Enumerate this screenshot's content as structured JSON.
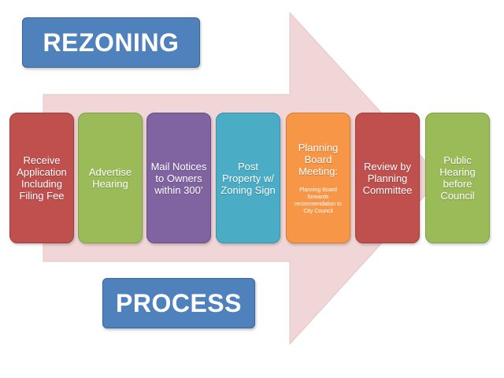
{
  "title_top": "REZONING",
  "title_bottom": "PROCESS",
  "steps": [
    {
      "label": "Receive Application Including Filing Fee",
      "color": "#c0504d"
    },
    {
      "label": "Advertise Hearing",
      "color": "#9bbb59"
    },
    {
      "label": "Mail Notices to Owners within 300’",
      "color": "#8064a2"
    },
    {
      "label": "Post Property w/ Zoning Sign",
      "color": "#4bacc6"
    },
    {
      "label": "Planning Board Meeting:",
      "sublabel": "Planning Board forwards recommendation to City Council",
      "color": "#f79646"
    },
    {
      "label": "Review by Planning Committee",
      "color": "#c0504d"
    },
    {
      "label": "Public Hearing before Council",
      "color": "#9bbb59"
    }
  ],
  "colors": {
    "banner": "#4f81bd",
    "arrow": "#efd3d3"
  }
}
